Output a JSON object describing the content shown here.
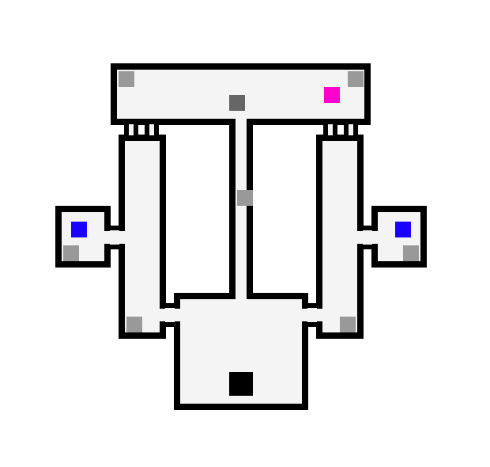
{
  "map": {
    "background_color": "#ffffff",
    "wall_color": "#000000",
    "floor_color": "#f4f4f4",
    "rooms": [
      {
        "id": "top-hall"
      },
      {
        "id": "left-corridor"
      },
      {
        "id": "right-corridor"
      },
      {
        "id": "central-corridor"
      },
      {
        "id": "left-small-room"
      },
      {
        "id": "right-small-room"
      },
      {
        "id": "bottom-room"
      }
    ],
    "markers": [
      {
        "kind": "door",
        "color": "#999999"
      },
      {
        "kind": "door",
        "color": "#999999"
      },
      {
        "kind": "objective",
        "color": "#666666"
      },
      {
        "kind": "item",
        "color": "#ff00cc"
      },
      {
        "kind": "door",
        "color": "#999999"
      },
      {
        "kind": "enemy",
        "color": "#1a00ff"
      },
      {
        "kind": "door",
        "color": "#999999"
      },
      {
        "kind": "enemy",
        "color": "#1a00ff"
      },
      {
        "kind": "door",
        "color": "#999999"
      },
      {
        "kind": "door",
        "color": "#999999"
      },
      {
        "kind": "door",
        "color": "#999999"
      },
      {
        "kind": "player",
        "color": "#000000"
      }
    ]
  }
}
